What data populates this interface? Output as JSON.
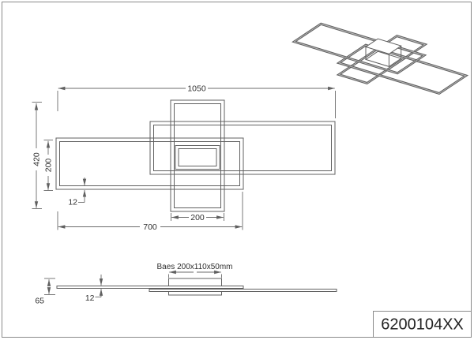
{
  "product_code": "6200104XX",
  "front_view": {
    "total_width_mm": "1050",
    "total_height_mm": "420",
    "frame_height_mm": "200",
    "profile_width_mm": "12",
    "canopy_width_mm": "200",
    "frame_width_mm": "700"
  },
  "side_view": {
    "base_label": "Baes 200x110x50mm",
    "total_height_mm": "65",
    "profile_thickness_mm": "12"
  },
  "colors": {
    "line": "#606060",
    "text": "#303030",
    "border": "#8a8a8a",
    "background": "#ffffff"
  }
}
